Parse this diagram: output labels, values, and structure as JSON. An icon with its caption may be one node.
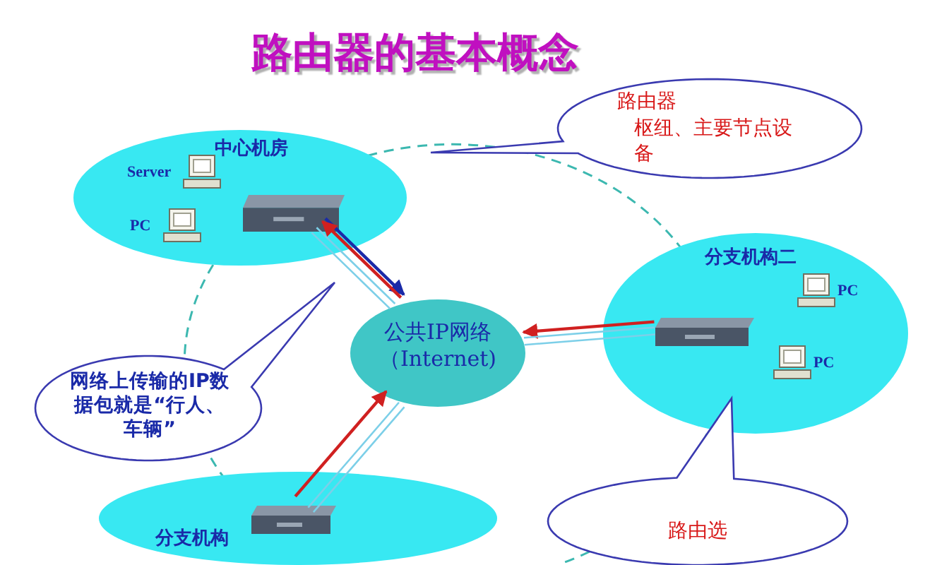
{
  "diagram": {
    "title": "路由器的基本概念",
    "nodes": [
      {
        "text": [
          "中心机房"
        ]
      },
      {
        "text": [
          "Server"
        ],
        "in": 0
      },
      {
        "text": [
          "PC"
        ],
        "in": 0
      },
      {
        "text": [],
        "shape": "picture",
        "in": 0
      },
      {
        "text": [
          "公共IP网络（Internet)"
        ]
      },
      {
        "text": [
          "分支机构二"
        ]
      },
      {
        "text": [],
        "shape": "picture",
        "in": 5
      },
      {
        "text": [
          "PC"
        ],
        "in": 5
      },
      {
        "text": [
          "PC"
        ],
        "in": 5
      },
      {
        "text": [
          "分支机构"
        ]
      },
      {
        "text": [],
        "shape": "picture",
        "in": 9
      },
      {
        "text": [
          "路由器",
          "枢纽、主要节点设备"
        ]
      },
      {
        "text": [
          "网络上传输的IP数据包就是“行人、车辆”"
        ]
      },
      {
        "text": [
          "路由选"
        ]
      }
    ],
    "edges": [
      {
        "from": 3,
        "to": 4,
        "arrow": "to",
        "color": "#1a2aa8"
      },
      {
        "from": 3,
        "to": 4,
        "arrow": "none"
      },
      {
        "from": 3,
        "to": 4,
        "arrow": "none"
      },
      {
        "from": 4,
        "to": 3,
        "arrow": "to",
        "color": "#d02020"
      },
      {
        "from": 6,
        "to": 4,
        "arrow": "to",
        "color": "#d02020"
      },
      {
        "from": 4,
        "to": 6,
        "arrow": "none"
      },
      {
        "from": 4,
        "to": 6,
        "arrow": "none"
      },
      {
        "from": 10,
        "to": 4,
        "arrow": "to",
        "color": "#d02020"
      },
      {
        "from": 10,
        "to": 4,
        "arrow": "none"
      },
      {
        "from": 10,
        "to": 4,
        "arrow": "none"
      }
    ]
  }
}
